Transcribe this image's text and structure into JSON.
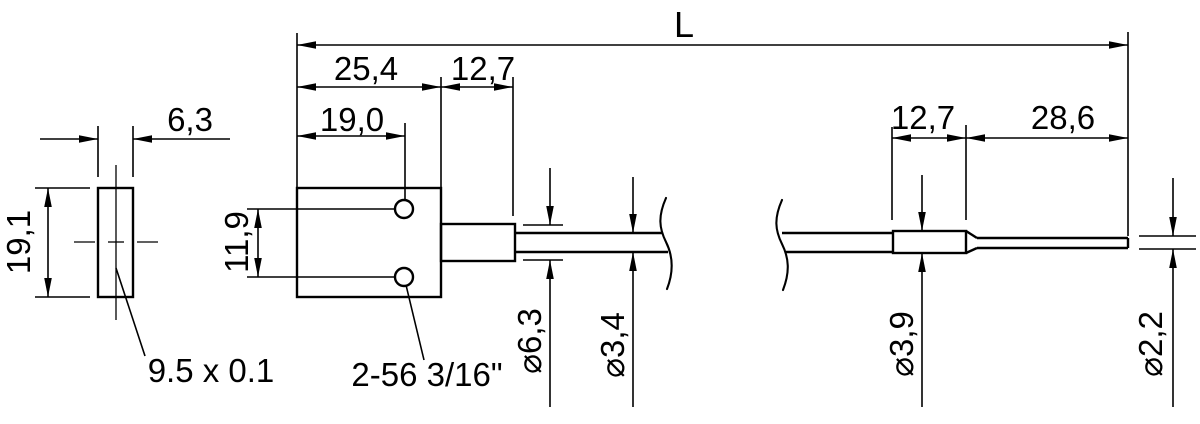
{
  "drawing": {
    "type": "technical-dimension-drawing",
    "background_color": "#ffffff",
    "line_color": "#000000"
  },
  "labels": {
    "overall_length": "L",
    "housing_length": "25,4",
    "neck_length": "12,7",
    "hole_offset": "19,0",
    "plate_thickness": "6,3",
    "plate_height": "19,1",
    "hole_spacing": "11,9",
    "plate_note": "9.5 x 0.1",
    "thread_note": "2-56 3/16\"",
    "neck_diameter": "⌀6,3",
    "cable_diameter": "⌀3,4",
    "sleeve_length": "12,7",
    "tip_length": "28,6",
    "sleeve_diameter": "⌀3,9",
    "tip_diameter": "⌀2,2"
  }
}
